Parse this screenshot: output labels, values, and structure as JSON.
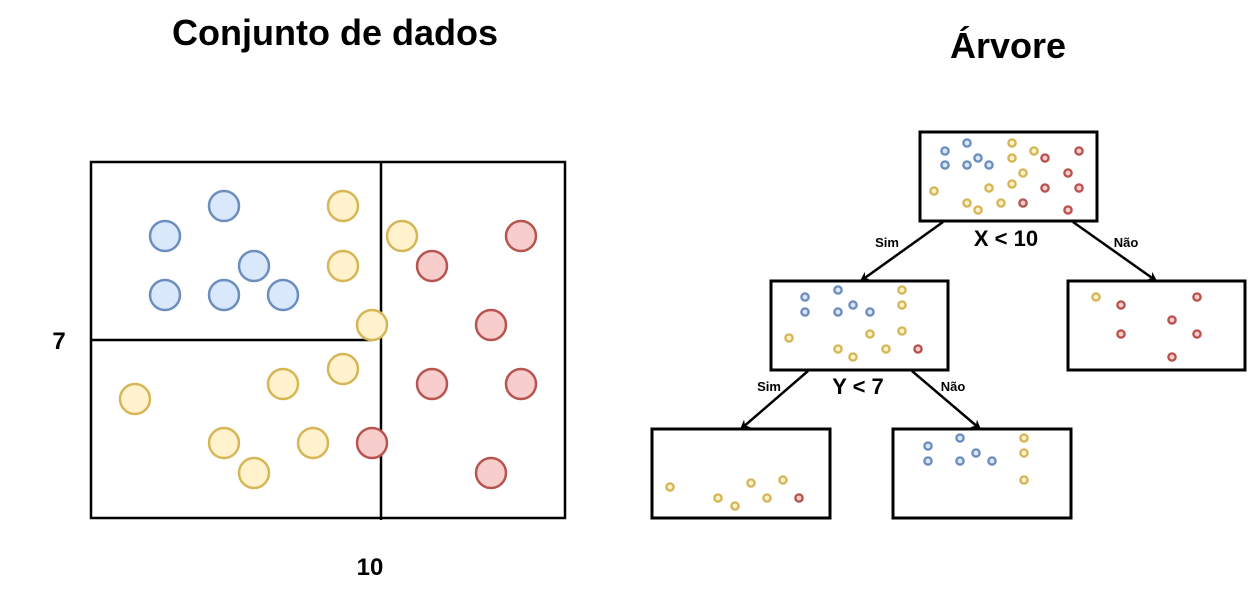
{
  "scatter": {
    "title": "Conjunto de dados",
    "x_split_label": "10",
    "y_split_label": "7"
  },
  "tree": {
    "title": "Árvore",
    "root_condition": "X < 10",
    "child_condition": "Y < 7",
    "yes_label": "Sim",
    "no_label": "Não"
  },
  "colors": {
    "blue_fill": "#dae8fc",
    "blue_stroke": "#6c8ebf",
    "yellow_fill": "#fff2cc",
    "yellow_stroke": "#d6b656",
    "red_fill": "#f8cecc",
    "red_stroke": "#b85450"
  }
}
